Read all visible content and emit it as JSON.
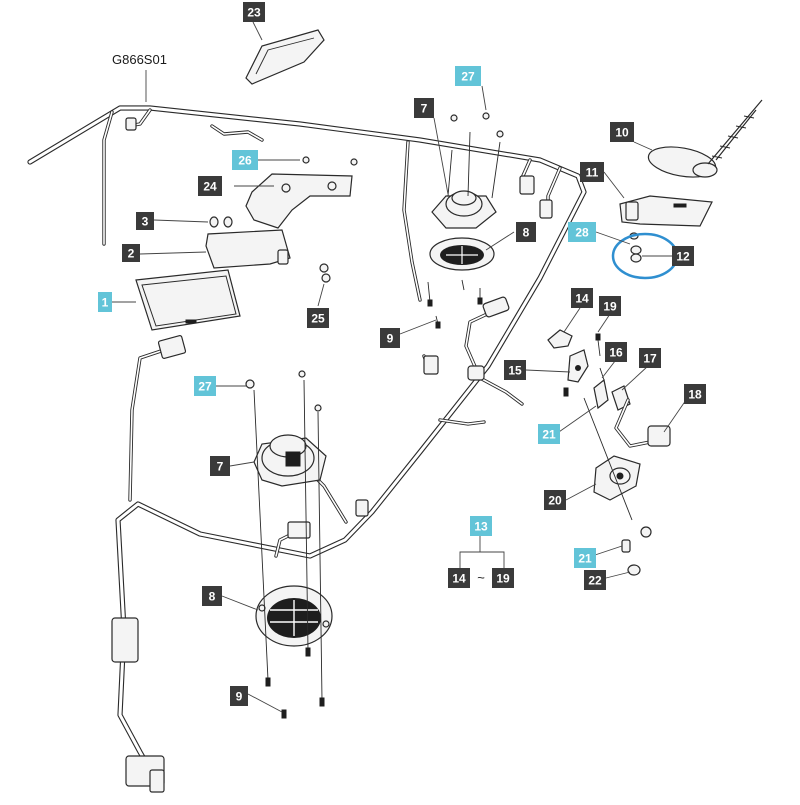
{
  "diagram": {
    "reference_code": "G866S01",
    "colors": {
      "label_dark": "#3a3a3a",
      "label_accent": "#62c4d8",
      "highlight_ring": "#2f8fd0"
    },
    "labels": [
      {
        "id": "lbl-23",
        "text": "23",
        "style": "dark"
      },
      {
        "id": "lbl-27a",
        "text": "27",
        "style": "accent"
      },
      {
        "id": "lbl-7a",
        "text": "7",
        "style": "dark"
      },
      {
        "id": "lbl-10",
        "text": "10",
        "style": "dark"
      },
      {
        "id": "lbl-26",
        "text": "26",
        "style": "accent"
      },
      {
        "id": "lbl-24",
        "text": "24",
        "style": "dark"
      },
      {
        "id": "lbl-11",
        "text": "11",
        "style": "dark"
      },
      {
        "id": "lbl-3",
        "text": "3",
        "style": "dark"
      },
      {
        "id": "lbl-8a",
        "text": "8",
        "style": "dark"
      },
      {
        "id": "lbl-28",
        "text": "28",
        "style": "accent"
      },
      {
        "id": "lbl-12",
        "text": "12",
        "style": "dark"
      },
      {
        "id": "lbl-2",
        "text": "2",
        "style": "dark"
      },
      {
        "id": "lbl-1",
        "text": "1",
        "style": "accent"
      },
      {
        "id": "lbl-25",
        "text": "25",
        "style": "dark"
      },
      {
        "id": "lbl-9a",
        "text": "9",
        "style": "dark"
      },
      {
        "id": "lbl-14",
        "text": "14",
        "style": "dark"
      },
      {
        "id": "lbl-19",
        "text": "19",
        "style": "dark"
      },
      {
        "id": "lbl-16",
        "text": "16",
        "style": "dark"
      },
      {
        "id": "lbl-15",
        "text": "15",
        "style": "dark"
      },
      {
        "id": "lbl-17",
        "text": "17",
        "style": "dark"
      },
      {
        "id": "lbl-27b",
        "text": "27",
        "style": "accent"
      },
      {
        "id": "lbl-18",
        "text": "18",
        "style": "dark"
      },
      {
        "id": "lbl-21a",
        "text": "21",
        "style": "accent"
      },
      {
        "id": "lbl-7b",
        "text": "7",
        "style": "dark"
      },
      {
        "id": "lbl-20",
        "text": "20",
        "style": "dark"
      },
      {
        "id": "lbl-13",
        "text": "13",
        "style": "accent"
      },
      {
        "id": "lbl-21b",
        "text": "21",
        "style": "accent"
      },
      {
        "id": "lbl-14r",
        "text": "14",
        "style": "dark"
      },
      {
        "id": "lbl-19r",
        "text": "19",
        "style": "dark"
      },
      {
        "id": "lbl-22",
        "text": "22",
        "style": "dark"
      },
      {
        "id": "lbl-8b",
        "text": "8",
        "style": "dark"
      },
      {
        "id": "lbl-9b",
        "text": "9",
        "style": "dark"
      }
    ],
    "range_separator": "~"
  }
}
